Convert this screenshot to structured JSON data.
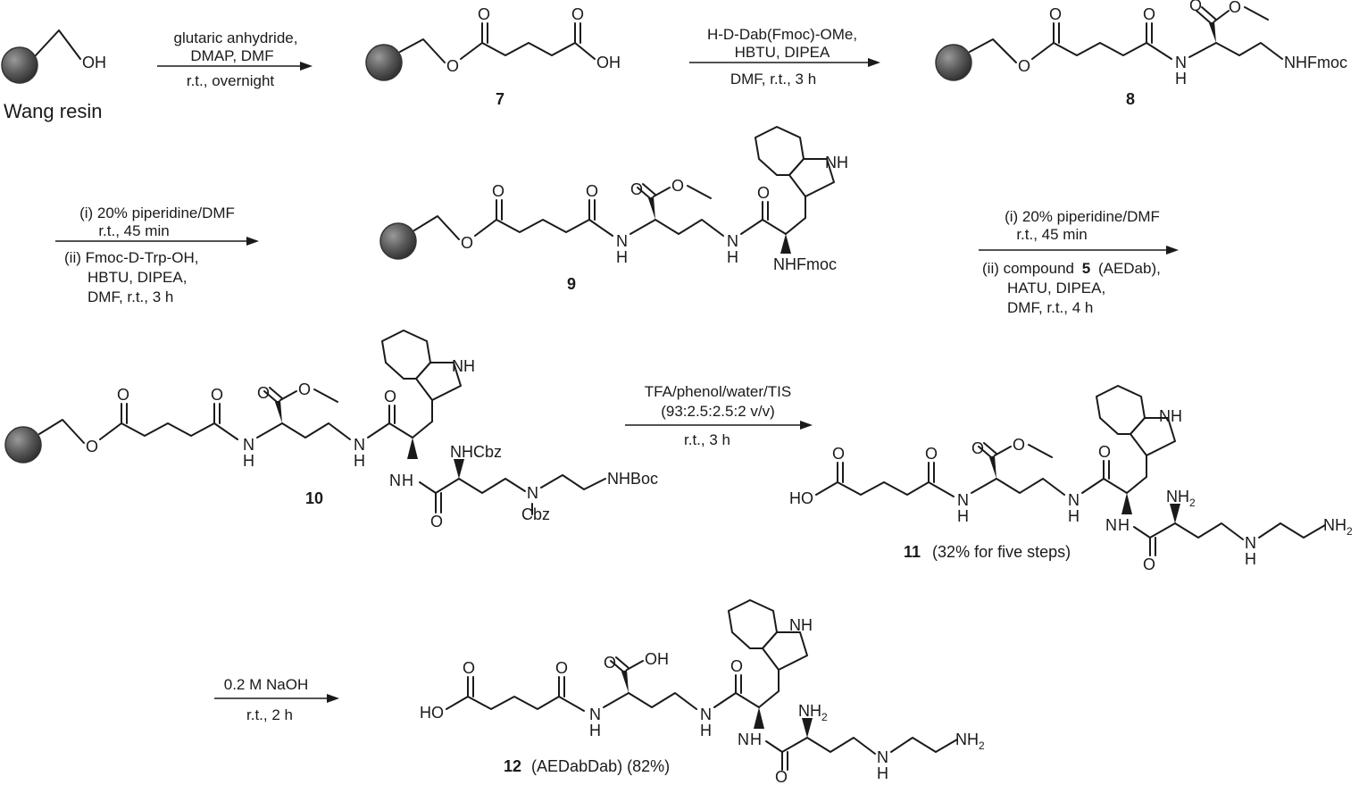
{
  "resin_label": "Wang resin",
  "oh": "OH",
  "o": "O",
  "h": "H",
  "n": "N",
  "nh": "NH",
  "ho": "HO",
  "nhfmoc": "NHFmoc",
  "nhcbz": "NHCbz",
  "cbz": "Cbz",
  "nhboc": "NHBoc",
  "nh2": "NH",
  "two": "2",
  "step1": {
    "line1": "glutaric anhydride,",
    "line2": "DMAP, DMF",
    "below": "r.t., overnight"
  },
  "step2": {
    "line1": "H-D-Dab(Fmoc)-OMe,",
    "line2": "HBTU, DIPEA",
    "below": "DMF, r.t., 3 h"
  },
  "step3": {
    "a1": "(i) 20% piperidine/DMF",
    "a2": "r.t., 45 min",
    "b1": "(ii) Fmoc-D-Trp-OH,",
    "b2": "HBTU, DIPEA,",
    "b3": "DMF, r.t., 3 h"
  },
  "step4": {
    "a1": "(i) 20% piperidine/DMF",
    "a2": "r.t., 45 min",
    "b1a": "(ii) compound",
    "b1b": "5",
    "b1c": "(AEDab),",
    "b2": "HATU, DIPEA,",
    "b3": "DMF, r.t., 4 h"
  },
  "step5": {
    "line1": "TFA/phenol/water/TIS",
    "line2": "(93:2.5:2.5:2 v/v)",
    "below": "r.t., 3 h"
  },
  "step6": {
    "line1": "0.2 M NaOH",
    "below": "r.t., 2 h"
  },
  "compounds": {
    "c7": "7",
    "c8": "8",
    "c9": "9",
    "c10": "10",
    "c11": "11",
    "c11_note": "(32% for five steps)",
    "c12": "12",
    "c12_note": "(AEDabDab)  (82%)"
  }
}
